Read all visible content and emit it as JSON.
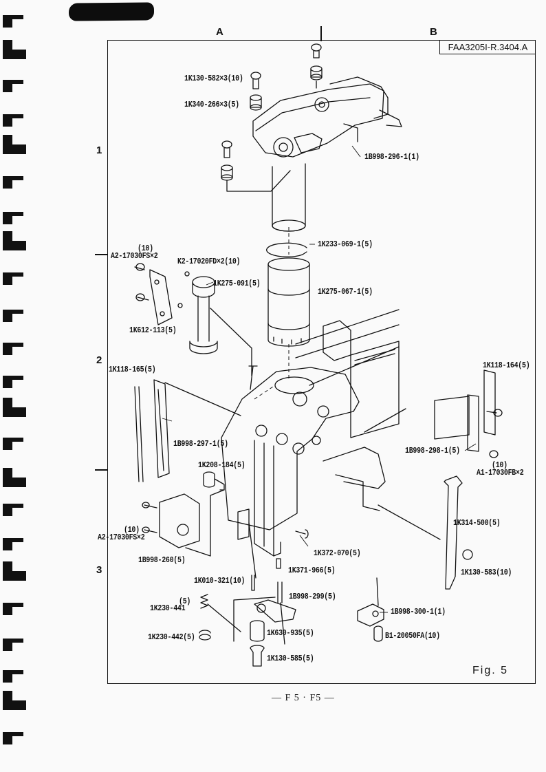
{
  "page": {
    "grid_columns": [
      "A",
      "B"
    ],
    "grid_rows": [
      "1",
      "2",
      "3"
    ],
    "doc_code": "FAA3205I-R.3404.A",
    "figure_label": "Fig. 5",
    "footer": "— F 5 · F5 —"
  },
  "labels": {
    "l1": "1K130-582×3(10)",
    "l2": "1K340-266×3(5)",
    "l3": "1B998-296-1(1)",
    "l4": "1K233-069-1(5)",
    "l5": "(10)",
    "l6": "A2-17030FS×2",
    "l7": "K2-17020FD×2(10)",
    "l8": "1K275-091(5)",
    "l9": "1K275-067-1(5)",
    "l10": "1K612-113(5)",
    "l11": "1K118-165(5)",
    "l12": "1K118-164(5)",
    "l13": "1B998-297-1(5)",
    "l14": "1B998-298-1(5)",
    "l15": "(10)",
    "l16": "A1-17030FB×2",
    "l17": "1K208-184(5)",
    "l18": "1K314-500(5)",
    "l19": "(10)",
    "l20": "A2-17030FS×2",
    "l21": "1B998-260(5)",
    "l22": "1K372-070(5)",
    "l23": "1K371-966(5)",
    "l24": "1K130-583(10)",
    "l25": "1K010-321(10)",
    "l26": "1B998-299(5)",
    "l27": "(5)",
    "l28": "1K230-441",
    "l29": "1B998-300-1(1)",
    "l30": "1K230-442(5)",
    "l31": "1K630-935(5)",
    "l32": "B1-20050FA(10)",
    "l33": "1K130-585(5)"
  }
}
